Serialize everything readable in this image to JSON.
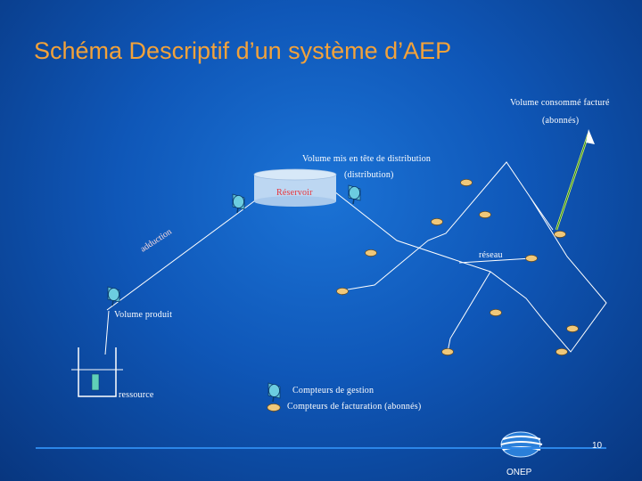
{
  "title": "Schéma Descriptif d’un système d’AEP",
  "labels": {
    "volume_consomme_1": "Volume consommé facturé",
    "volume_consomme_2": "(abonnés)",
    "volume_mis_1": "Volume mis en tête de distribution",
    "volume_mis_2": "(distribution)",
    "reservoir": "Réservoir",
    "adduction": "adduction",
    "reseau": "réseau",
    "volume_produit": "Volume produit",
    "ressource": "ressource",
    "legend_gestion": "Compteurs de gestion",
    "legend_facturation": "Compteurs de facturation (abonnés)"
  },
  "footer": {
    "page_number": "10",
    "logo_text": "ONEP"
  },
  "colors": {
    "title": "#f3a23a",
    "background": "#0f57b8",
    "reservoir_fill": "#bdd7f2",
    "reservoir_label": "#e8333a",
    "lines": "#ffffff",
    "arrow": "#e6f06a",
    "gestion_meter": "#5fbfd3",
    "facturation_meter": "#f0c87a"
  },
  "icons": [
    "management-meter-icon",
    "billing-meter-icon",
    "reservoir-tank-icon",
    "well-icon",
    "onep-logo-icon"
  ]
}
